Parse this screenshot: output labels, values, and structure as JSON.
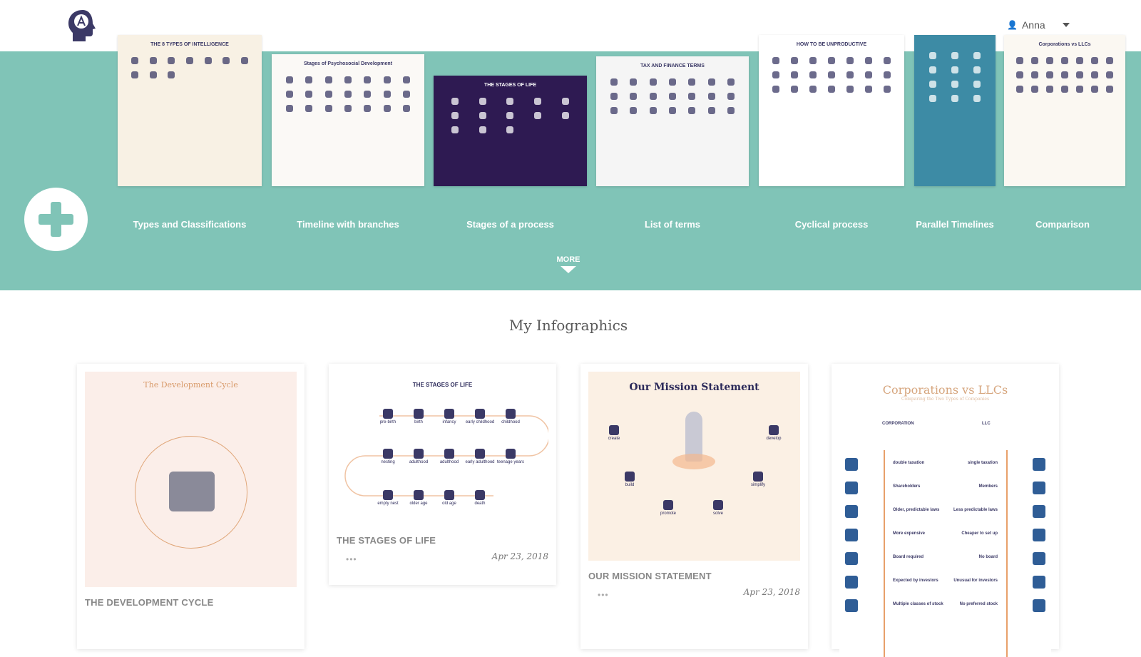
{
  "header": {
    "user_name": "Anna",
    "user_icon": "user-icon",
    "menu_icon": "caret-down-icon"
  },
  "templates": {
    "create_icon": "plus-icon",
    "items": [
      {
        "label": "Types and Classifications",
        "thumb_title": "THE 8 TYPES OF INTELLIGENCE",
        "bg": "#f8f1e4",
        "fg": "#3b3966"
      },
      {
        "label": "Timeline with branches",
        "thumb_title": "Stages of Psychosocial Development",
        "bg": "#fbf9f6",
        "fg": "#3b3966"
      },
      {
        "label": "Stages of a process",
        "thumb_title": "THE STAGES OF LIFE",
        "bg": "#2e1a52",
        "fg": "#ffffff"
      },
      {
        "label": "List of terms",
        "thumb_title": "TAX AND FINANCE TERMS",
        "bg": "#f5f5f5",
        "fg": "#3b3966"
      },
      {
        "label": "Cyclical process",
        "thumb_title": "HOW TO BE UNPRODUCTIVE",
        "bg": "#ffffff",
        "fg": "#3b3966"
      },
      {
        "label": "Parallel Timelines",
        "thumb_title": "",
        "bg": "#3d8ba5",
        "fg": "#ffffff"
      },
      {
        "label": "Comparison",
        "thumb_title": "Corporations vs LLCs",
        "bg": "#fbf8f2",
        "fg": "#3b3966"
      }
    ],
    "more_label": "MORE"
  },
  "my_infographics": {
    "title": "My Infographics",
    "cards": [
      {
        "title": "THE DEVELOPMENT CYCLE",
        "preview_title": "The Development Cycle",
        "date": ""
      },
      {
        "title": "THE STAGES OF LIFE",
        "preview_title": "THE STAGES OF LIFE",
        "date": "Apr 23, 2018",
        "stages": [
          "pre-birth",
          "birth",
          "infancy",
          "early childhood",
          "childhood",
          "nesting",
          "adulthood",
          "adulthood",
          "early adulthood",
          "teenage years",
          "empty nest",
          "older age",
          "old age",
          "death"
        ]
      },
      {
        "title": "OUR MISSION STATEMENT",
        "preview_title": "Our Mission Statement",
        "date": "Apr 23, 2018",
        "nodes": [
          "create",
          "develop",
          "build",
          "simplify",
          "promote",
          "solve"
        ]
      },
      {
        "title": "",
        "preview_title": "Corporations vs LLCs",
        "preview_subtitle": "Comparing the Two Types of Companies",
        "columns": [
          "CORPORATION",
          "LLC"
        ],
        "rows": [
          [
            "double taxation",
            "single taxation"
          ],
          [
            "Shareholders",
            "Members"
          ],
          [
            "Older, predictable laws",
            "Less predictable laws"
          ],
          [
            "More expensive",
            "Cheaper to set up"
          ],
          [
            "Board required",
            "No board"
          ],
          [
            "Expected by investors",
            "Unusual for investors"
          ],
          [
            "Multiple classes of stock",
            "No preferred stock"
          ]
        ]
      }
    ],
    "more_icon": "ellipsis-icon"
  },
  "colors": {
    "band": "#80c4b7",
    "accent_orange": "#e8a06a",
    "navy": "#3b3966"
  }
}
